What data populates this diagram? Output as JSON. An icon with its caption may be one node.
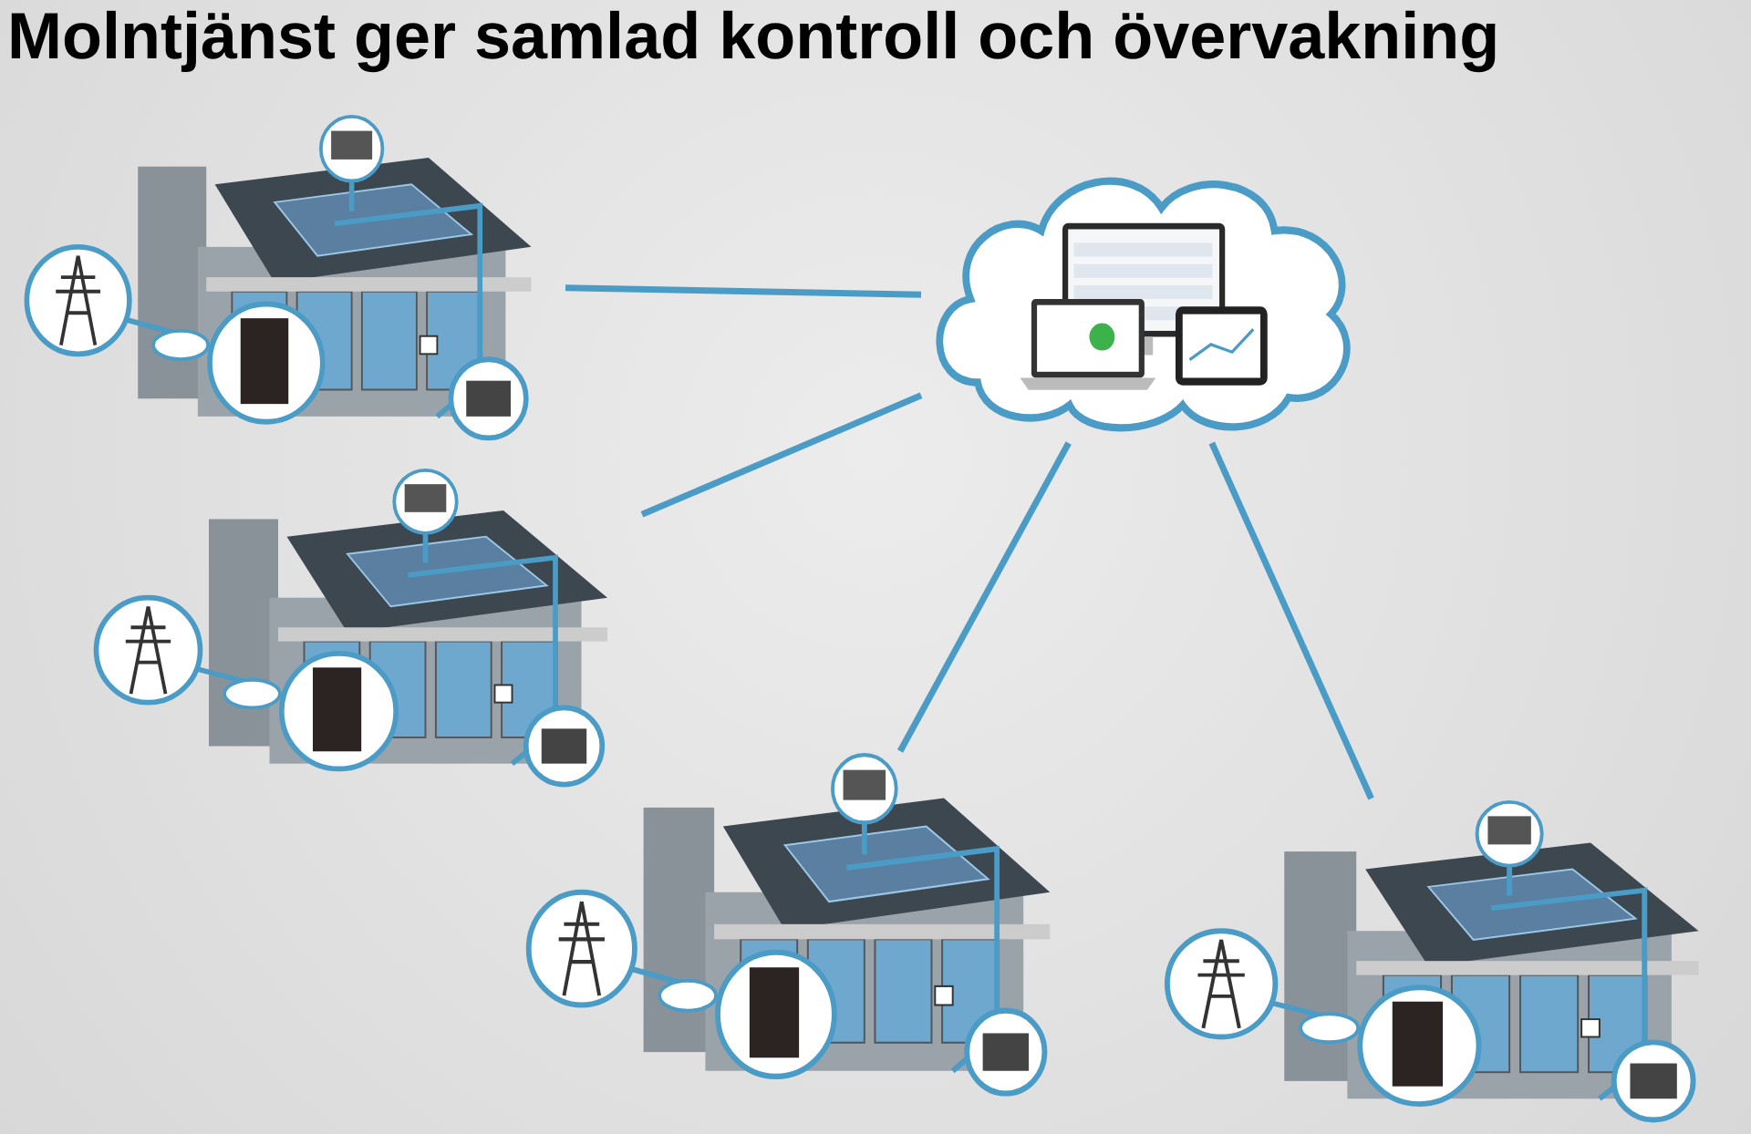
{
  "diagram": {
    "title": "Molntjänst ger samlad kontroll och övervakning",
    "nodes": [
      {
        "text": [],
        "shape": "cloud"
      },
      {
        "text": [],
        "shape": "picture"
      },
      {
        "text": [],
        "shape": "picture"
      },
      {
        "text": [],
        "shape": "picture"
      },
      {
        "text": [],
        "shape": "picture"
      }
    ],
    "edges": [
      {
        "from": 1,
        "to": 0,
        "arrow": "none"
      },
      {
        "from": 2,
        "to": 0,
        "arrow": "none"
      },
      {
        "from": 3,
        "to": 0,
        "arrow": "none"
      },
      {
        "from": 4,
        "to": 0,
        "arrow": "none"
      }
    ]
  }
}
